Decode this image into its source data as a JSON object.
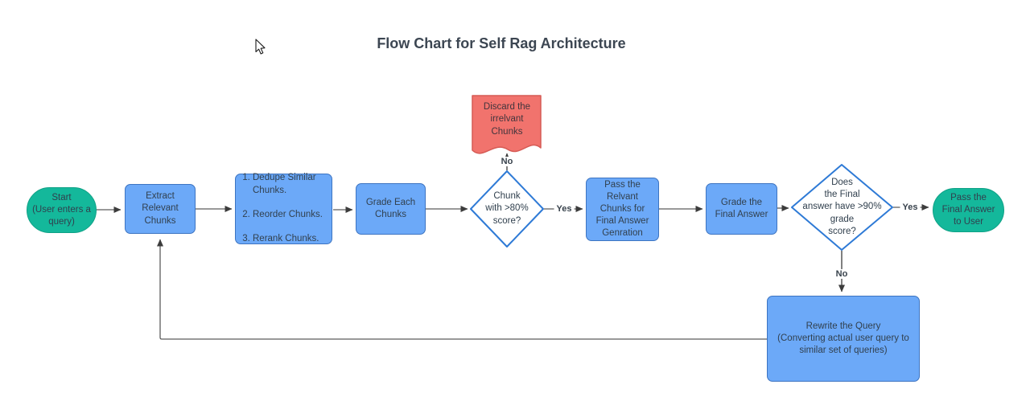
{
  "title": "Flow Chart for Self Rag Architecture",
  "colors": {
    "process_fill": "#6ca9f8",
    "process_border": "#3d74c1",
    "terminator_fill": "#14b89b",
    "terminator_border": "#0fa186",
    "document_fill": "#f1736d",
    "document_border": "#d65b55",
    "decision_border": "#2e7ad6",
    "connector": "#5c5c5c",
    "text": "#31404e"
  },
  "nodes": {
    "start": {
      "type": "terminator",
      "label": "Start\n(User enters a query)"
    },
    "extract": {
      "type": "process",
      "label": "Extract\nRelevant\nChunks"
    },
    "dedupe": {
      "type": "process",
      "items": [
        "Dedupe Similar Chunks.",
        "Reorder Chunks.",
        "Rerank Chunks."
      ]
    },
    "grade_chunks": {
      "type": "process",
      "label": "Grade Each\nChunks"
    },
    "chunk_score_decision": {
      "type": "decision",
      "label": "Chunk\nwith >80%\nscore?"
    },
    "discard": {
      "type": "document",
      "label": "Discard the\nirrelvant\nChunks"
    },
    "pass_chunks": {
      "type": "process",
      "label": "Pass the\nRelvant\nChunks for\nFinal Answer\nGenration"
    },
    "grade_answer": {
      "type": "process",
      "label": "Grade the\nFinal Answer"
    },
    "answer_score_decision": {
      "type": "decision",
      "label": "Does\nthe Final\nanswer have >90%\ngrade\nscore?"
    },
    "pass_answer": {
      "type": "terminator",
      "label": "Pass the\nFinal Answer\nto User"
    },
    "rewrite": {
      "type": "process",
      "label": "Rewrite the Query\n(Converting actual user query to\nsimilar set of queries)"
    }
  },
  "edge_labels": {
    "no_discard": "No",
    "yes_pass": "Yes",
    "yes_user": "Yes",
    "no_rewrite": "No"
  }
}
